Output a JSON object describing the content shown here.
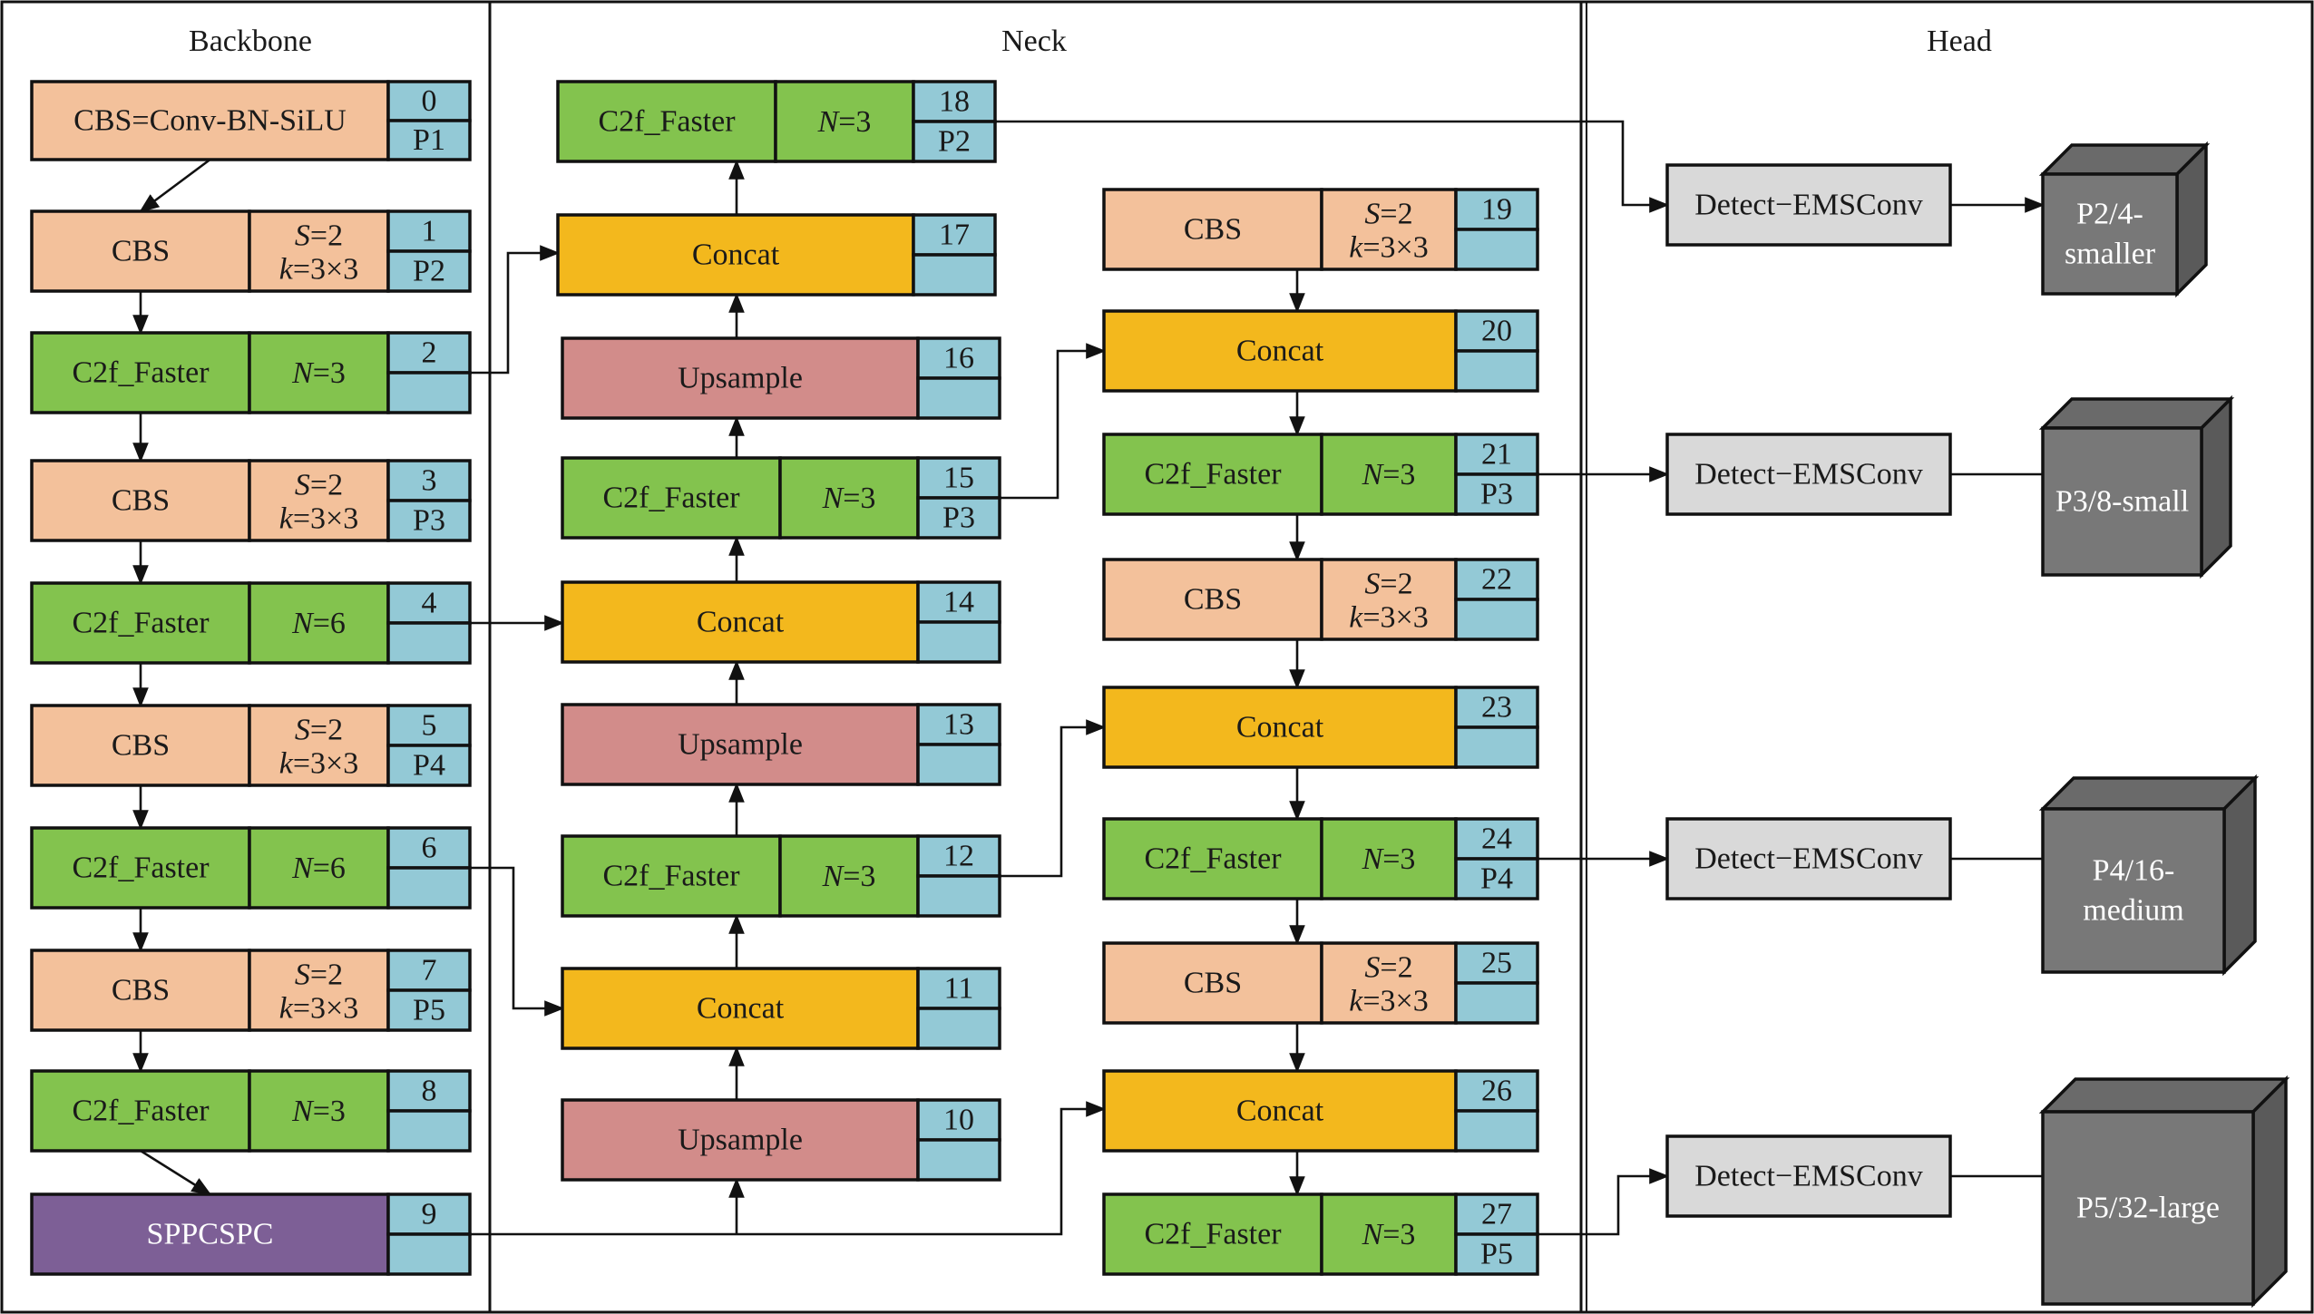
{
  "sections": {
    "backbone": "Backbone",
    "neck": "Neck",
    "head": "Head"
  },
  "colors": {
    "cbs": "#f3c19b",
    "c2f": "#83c34e",
    "concat": "#f3b81d",
    "upsample": "#d28c8a",
    "sppcspc": "#7d5f96",
    "index": "#93c9d6",
    "detect": "#d9d9d9",
    "cube": "#787878"
  },
  "blocks": [
    {
      "id": "b0",
      "main": "CBS=Conv-BN-SiLU",
      "idx": "0",
      "sub": "P1"
    },
    {
      "id": "b1",
      "main": "CBS",
      "p1": "S=2",
      "p2": "k=3×3",
      "idx": "1",
      "sub": "P2"
    },
    {
      "id": "b2",
      "main": "C2f_Faster",
      "p1": "N=3",
      "idx": "2",
      "sub": ""
    },
    {
      "id": "b3",
      "main": "CBS",
      "p1": "S=2",
      "p2": "k=3×3",
      "idx": "3",
      "sub": "P3"
    },
    {
      "id": "b4",
      "main": "C2f_Faster",
      "p1": "N=6",
      "idx": "4",
      "sub": ""
    },
    {
      "id": "b5",
      "main": "CBS",
      "p1": "S=2",
      "p2": "k=3×3",
      "idx": "5",
      "sub": "P4"
    },
    {
      "id": "b6",
      "main": "C2f_Faster",
      "p1": "N=6",
      "idx": "6",
      "sub": ""
    },
    {
      "id": "b7",
      "main": "CBS",
      "p1": "S=2",
      "p2": "k=3×3",
      "idx": "7",
      "sub": "P5"
    },
    {
      "id": "b8",
      "main": "C2f_Faster",
      "p1": "N=3",
      "idx": "8",
      "sub": ""
    },
    {
      "id": "b9",
      "main": "SPPCSPC",
      "idx": "9",
      "sub": ""
    },
    {
      "id": "n10",
      "main": "Upsample",
      "idx": "10",
      "sub": ""
    },
    {
      "id": "n11",
      "main": "Concat",
      "idx": "11",
      "sub": ""
    },
    {
      "id": "n12",
      "main": "C2f_Faster",
      "p1": "N=3",
      "idx": "12",
      "sub": ""
    },
    {
      "id": "n13",
      "main": "Upsample",
      "idx": "13",
      "sub": ""
    },
    {
      "id": "n14",
      "main": "Concat",
      "idx": "14",
      "sub": ""
    },
    {
      "id": "n15",
      "main": "C2f_Faster",
      "p1": "N=3",
      "idx": "15",
      "sub": "P3"
    },
    {
      "id": "n16",
      "main": "Upsample",
      "idx": "16",
      "sub": ""
    },
    {
      "id": "n17",
      "main": "Concat",
      "idx": "17",
      "sub": ""
    },
    {
      "id": "n18",
      "main": "C2f_Faster",
      "p1": "N=3",
      "idx": "18",
      "sub": "P2"
    },
    {
      "id": "n19",
      "main": "CBS",
      "p1": "S=2",
      "p2": "k=3×3",
      "idx": "19",
      "sub": ""
    },
    {
      "id": "n20",
      "main": "Concat",
      "idx": "20",
      "sub": ""
    },
    {
      "id": "n21",
      "main": "C2f_Faster",
      "p1": "N=3",
      "idx": "21",
      "sub": "P3"
    },
    {
      "id": "n22",
      "main": "CBS",
      "p1": "S=2",
      "p2": "k=3×3",
      "idx": "22",
      "sub": ""
    },
    {
      "id": "n23",
      "main": "Concat",
      "idx": "23",
      "sub": ""
    },
    {
      "id": "n24",
      "main": "C2f_Faster",
      "p1": "N=3",
      "idx": "24",
      "sub": "P4"
    },
    {
      "id": "n25",
      "main": "CBS",
      "p1": "S=2",
      "p2": "k=3×3",
      "idx": "25",
      "sub": ""
    },
    {
      "id": "n26",
      "main": "Concat",
      "idx": "26",
      "sub": ""
    },
    {
      "id": "n27",
      "main": "C2f_Faster",
      "p1": "N=3",
      "idx": "27",
      "sub": "P5"
    }
  ],
  "detect": [
    {
      "id": "d1",
      "label": "Detect−EMSConv"
    },
    {
      "id": "d2",
      "label": "Detect−EMSConv"
    },
    {
      "id": "d3",
      "label": "Detect−EMSConv"
    },
    {
      "id": "d4",
      "label": "Detect−EMSConv"
    }
  ],
  "outputs": [
    {
      "id": "o1",
      "lines": [
        "P2/4-",
        "smaller"
      ]
    },
    {
      "id": "o2",
      "lines": [
        "P3/8-small"
      ]
    },
    {
      "id": "o3",
      "lines": [
        "P4/16-",
        "medium"
      ]
    },
    {
      "id": "o4",
      "lines": [
        "P5/32-large"
      ]
    }
  ]
}
